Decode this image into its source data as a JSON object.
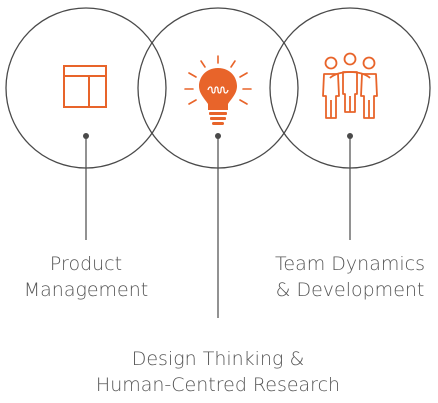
{
  "colors": {
    "accent": "#e8642a",
    "line": "#4a4a4a",
    "text": "#555555"
  },
  "circles": [
    {
      "id": "product",
      "icon": "layout-icon",
      "label_lines": [
        "Product",
        "Management"
      ]
    },
    {
      "id": "design",
      "icon": "lightbulb-icon",
      "label_lines": [
        "Design Thinking &",
        "Human-Centred Research"
      ]
    },
    {
      "id": "team",
      "icon": "team-people-icon",
      "label_lines": [
        "Team Dynamics",
        "& Development"
      ]
    }
  ]
}
